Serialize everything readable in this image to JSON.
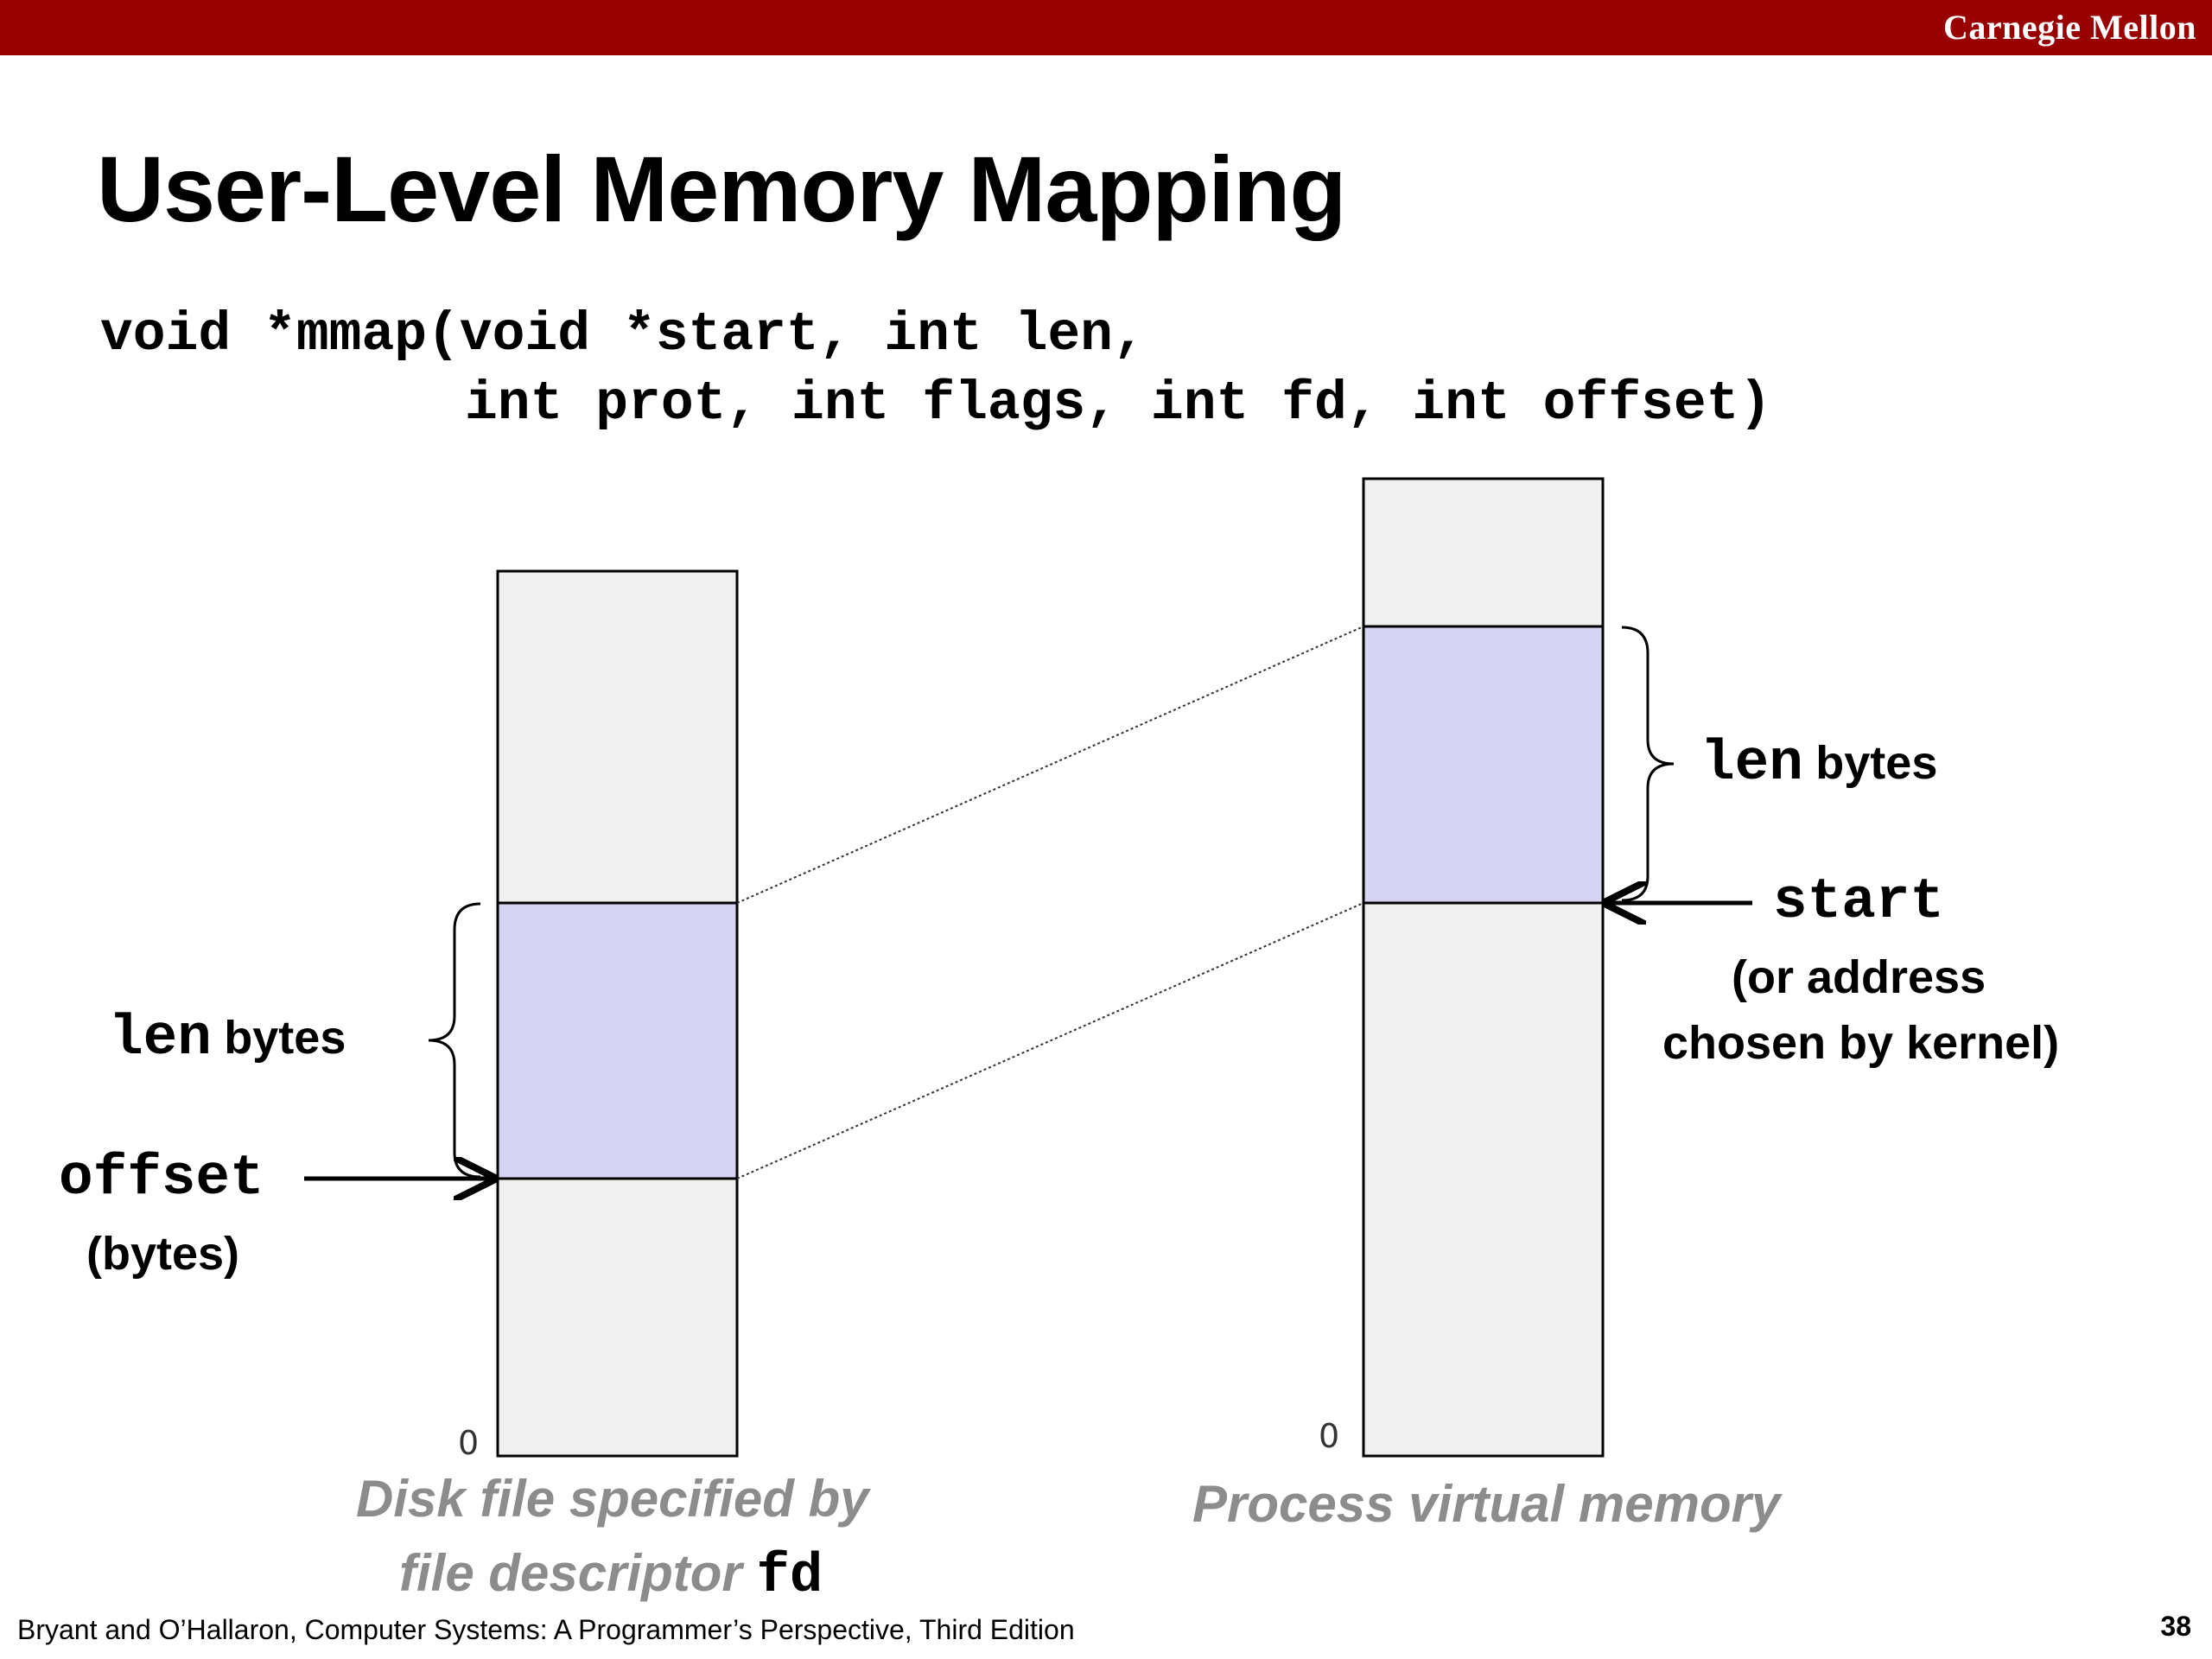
{
  "header": {
    "brand": "Carnegie Mellon"
  },
  "slide": {
    "title": "User-Level Memory Mapping",
    "code_line1": "void *mmap(void *start, int len,",
    "code_line2": "int prot, int flags, int fd, int offset)"
  },
  "left": {
    "len_code": "len",
    "len_word": "bytes",
    "offset_code": "offset",
    "offset_unit": "(bytes)",
    "zero": "0",
    "caption_line1": "Disk file specified by",
    "caption_line2": "file descriptor",
    "caption_fd": "fd"
  },
  "right": {
    "len_code": "len",
    "len_word": "bytes",
    "start_code": "start",
    "start_note_line1": "(or address",
    "start_note_line2": "chosen by kernel)",
    "zero": "0",
    "caption": "Process virtual memory"
  },
  "footer": {
    "citation": "Bryant and O’Hallaron, Computer Systems: A Programmer’s Perspective, Third Edition",
    "page": "38"
  },
  "colors": {
    "topbar": "#990000",
    "column_fill": "#f0f0f0",
    "mapped_fill": "#d5d5f3",
    "caption_gray": "#8c8c8c"
  }
}
